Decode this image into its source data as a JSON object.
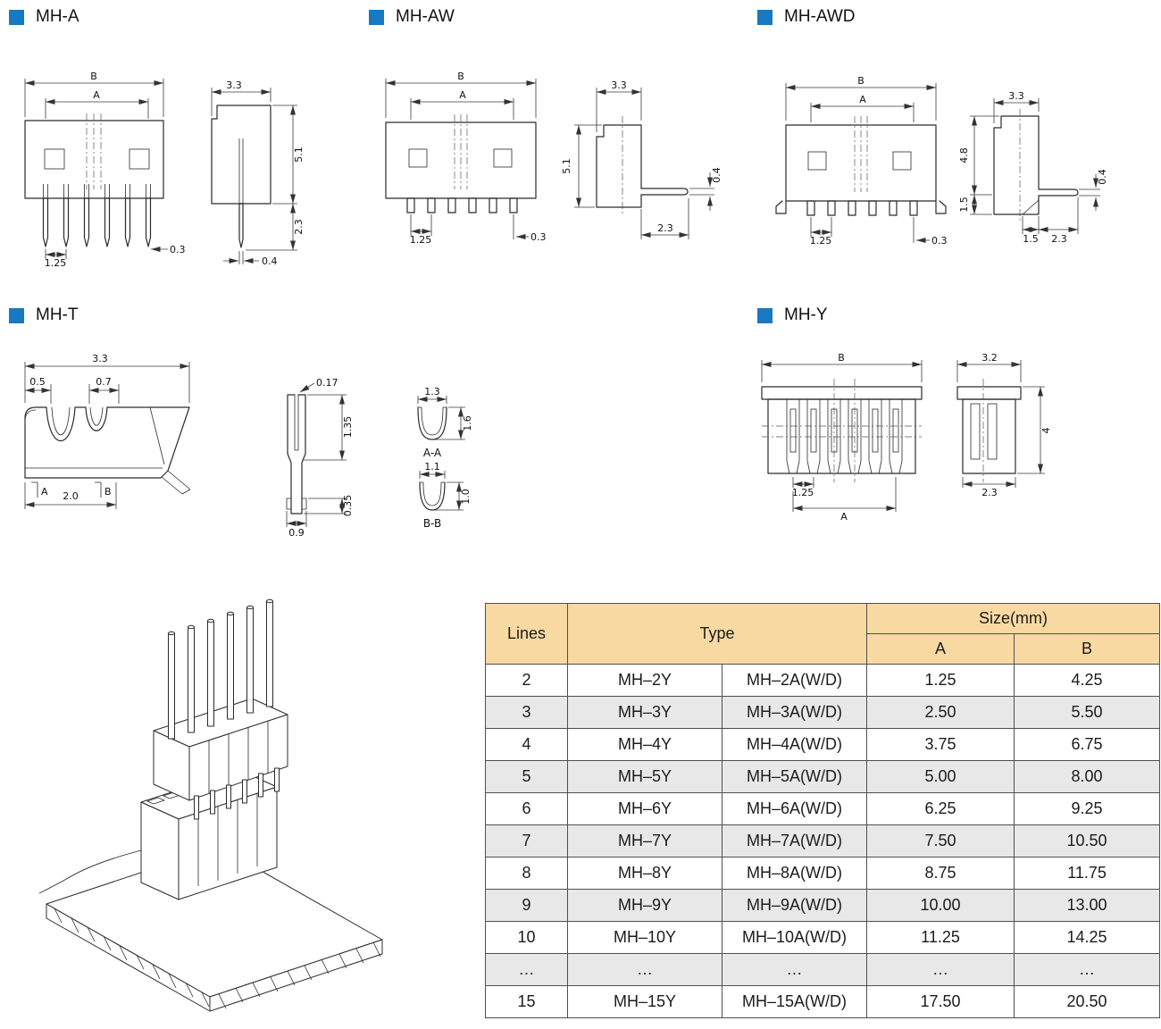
{
  "colors": {
    "accent_blue": "#1779c1",
    "table_header_bg": "#f8d9a2",
    "row_alt_bg": "#e8e8e8",
    "line_color": "#2b2b2b"
  },
  "sections": [
    {
      "label": "MH-A"
    },
    {
      "label": "MH-AW"
    },
    {
      "label": "MH-AWD"
    },
    {
      "label": "MH-T"
    },
    {
      "label": "MH-Y"
    }
  ],
  "dims": {
    "mh_a": {
      "front": {
        "b": "B",
        "a": "A",
        "pitch": "1.25",
        "pin": "0.3"
      },
      "side": {
        "w": "3.3",
        "h": "5.1",
        "len": "2.3",
        "t": "0.4"
      }
    },
    "mh_aw": {
      "front": {
        "b": "B",
        "a": "A",
        "pitch": "1.25",
        "pin": "0.3"
      },
      "side": {
        "w": "3.3",
        "h": "5.1",
        "t": "0.4",
        "len": "2.3"
      }
    },
    "mh_awd": {
      "front": {
        "b": "B",
        "a": "A",
        "pitch": "1.25",
        "pin": "0.3"
      },
      "side": {
        "w": "3.3",
        "h": "4.8",
        "h2": "1.5",
        "t": "0.4",
        "b1": "1.5",
        "b2": "2.3"
      }
    },
    "mh_t": {
      "profile": {
        "w": "3.3",
        "s1": "0.5",
        "s2": "0.7",
        "base": "2.0",
        "sec_a": "A",
        "sec_b": "B"
      },
      "front": {
        "gap": "0.17",
        "h": "1.35",
        "w": "0.9",
        "h2": "0.35"
      },
      "aa": {
        "w": "1.3",
        "h": "1.6",
        "label": "A-A"
      },
      "bb": {
        "w": "1.1",
        "h": "1.0",
        "label": "B-B"
      }
    },
    "mh_y": {
      "front": {
        "b": "B",
        "pitch": "1.25",
        "a": "A"
      },
      "side": {
        "w": "3.2",
        "h": "4",
        "d": "2.3"
      }
    }
  },
  "table": {
    "header": {
      "lines": "Lines",
      "type": "Type",
      "size": "Size(mm)",
      "col_a": "A",
      "col_b": "B"
    },
    "rows": [
      {
        "lines": "2",
        "type_y": "MH–2Y",
        "type_a": "MH–2A(W/D)",
        "a": "1.25",
        "b": "4.25"
      },
      {
        "lines": "3",
        "type_y": "MH–3Y",
        "type_a": "MH–3A(W/D)",
        "a": "2.50",
        "b": "5.50"
      },
      {
        "lines": "4",
        "type_y": "MH–4Y",
        "type_a": "MH–4A(W/D)",
        "a": "3.75",
        "b": "6.75"
      },
      {
        "lines": "5",
        "type_y": "MH–5Y",
        "type_a": "MH–5A(W/D)",
        "a": "5.00",
        "b": "8.00"
      },
      {
        "lines": "6",
        "type_y": "MH–6Y",
        "type_a": "MH–6A(W/D)",
        "a": "6.25",
        "b": "9.25"
      },
      {
        "lines": "7",
        "type_y": "MH–7Y",
        "type_a": "MH–7A(W/D)",
        "a": "7.50",
        "b": "10.50"
      },
      {
        "lines": "8",
        "type_y": "MH–8Y",
        "type_a": "MH–8A(W/D)",
        "a": "8.75",
        "b": "11.75"
      },
      {
        "lines": "9",
        "type_y": "MH–9Y",
        "type_a": "MH–9A(W/D)",
        "a": "10.00",
        "b": "13.00"
      },
      {
        "lines": "10",
        "type_y": "MH–10Y",
        "type_a": "MH–10A(W/D)",
        "a": "11.25",
        "b": "14.25"
      },
      {
        "lines": "…",
        "type_y": "…",
        "type_a": "…",
        "a": "…",
        "b": "…"
      },
      {
        "lines": "15",
        "type_y": "MH–15Y",
        "type_a": "MH–15A(W/D)",
        "a": "17.50",
        "b": "20.50"
      }
    ]
  }
}
